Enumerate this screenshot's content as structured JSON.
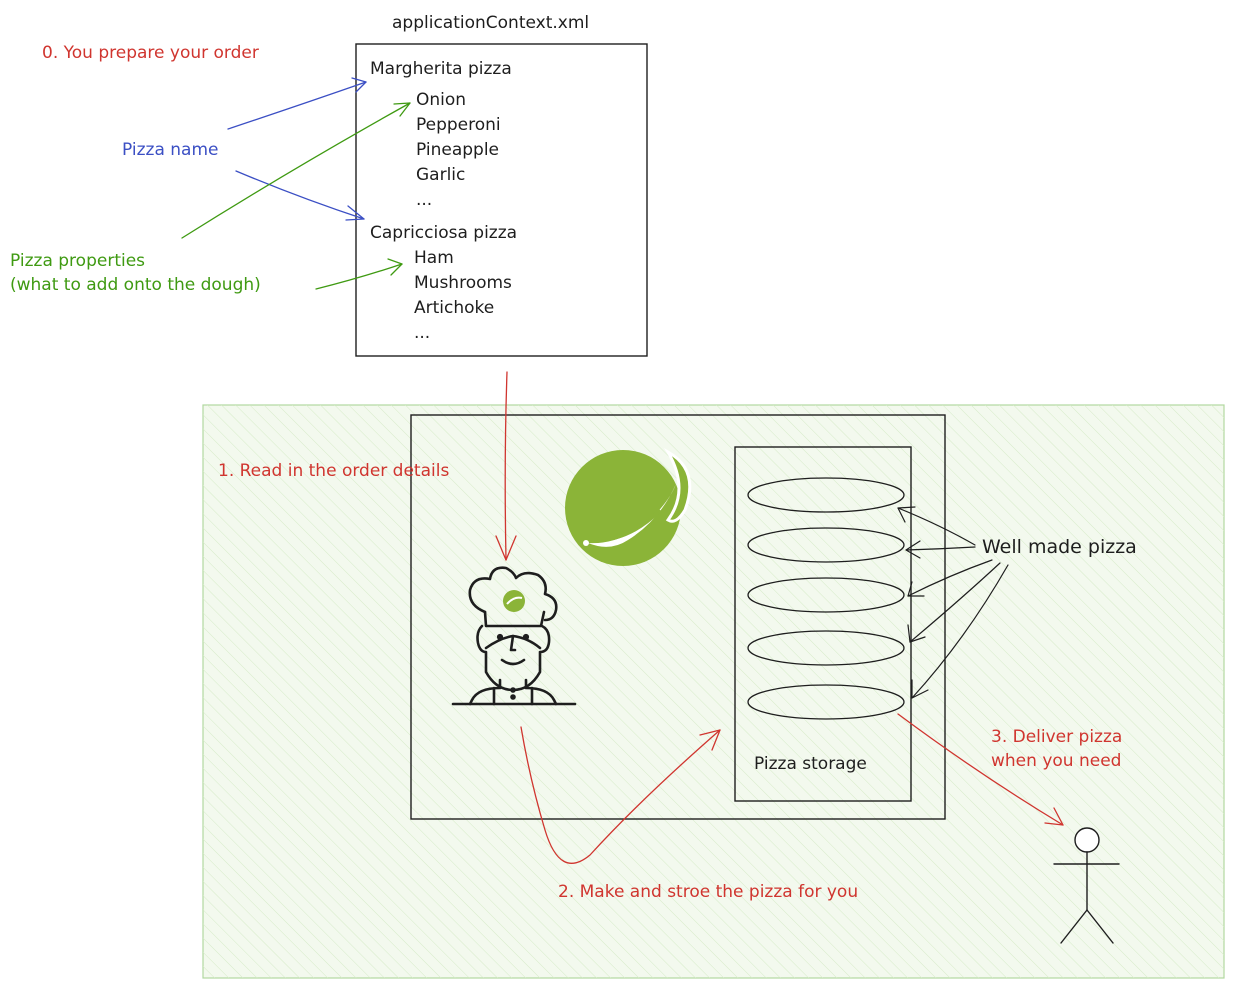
{
  "xml_file": {
    "title": "applicationContext.xml",
    "pizzas": [
      {
        "name": "Margherita pizza",
        "properties": [
          "Onion",
          "Pepperoni",
          "Pineapple",
          "Garlic",
          "..."
        ]
      },
      {
        "name": "Capricciosa pizza",
        "properties": [
          "Ham",
          "Mushrooms",
          "Artichoke",
          "..."
        ]
      }
    ]
  },
  "annotations": {
    "step0": "0. You prepare your order",
    "pizza_name": "Pizza name",
    "pizza_properties_line1": "Pizza properties",
    "pizza_properties_line2": "(what to add onto the dough)",
    "step1": "1. Read in the order details",
    "step2": "2. Make and stroe the pizza for you",
    "step3_line1": "3. Deliver pizza",
    "step3_line2": "when you need",
    "well_made": "Well made pizza",
    "storage_label": "Pizza storage"
  },
  "colors": {
    "ink": "#1e1e1e",
    "red": "#d0352f",
    "blue": "#3b4fc4",
    "green": "#3f9a12",
    "spring_green": "#8bb438",
    "container_border": "#b2d8a0",
    "container_fill": "#f3f9ee"
  },
  "icons": [
    "spring-logo-icon",
    "chef-icon",
    "stick-figure-icon"
  ]
}
